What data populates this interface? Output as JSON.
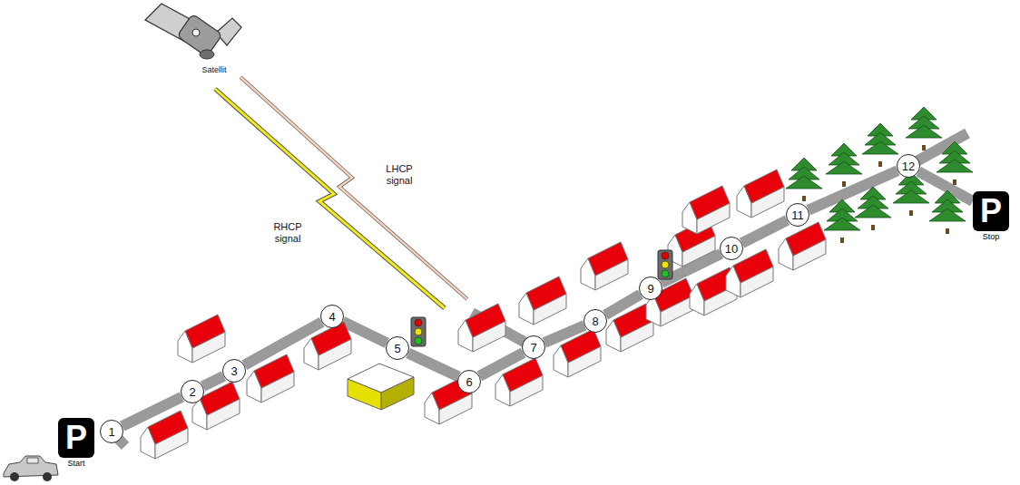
{
  "diagram": {
    "nodes": [
      {
        "text": [
          "P",
          "Start"
        ]
      },
      {
        "text": [
          "1"
        ]
      },
      {
        "text": [
          "2"
        ]
      },
      {
        "text": [
          "3"
        ]
      },
      {
        "text": [
          "4"
        ]
      },
      {
        "text": [
          "5"
        ]
      },
      {
        "text": [
          "6"
        ]
      },
      {
        "text": [
          "7"
        ]
      },
      {
        "text": [
          "8"
        ]
      },
      {
        "text": [
          "9"
        ]
      },
      {
        "text": [
          "10"
        ]
      },
      {
        "text": [
          "11"
        ]
      },
      {
        "text": [
          "12"
        ]
      },
      {
        "text": [
          "P",
          "Stop"
        ]
      }
    ],
    "edges": [
      {
        "from": 1,
        "to": 2,
        "arrow": "none"
      },
      {
        "from": 2,
        "to": 3,
        "arrow": "none"
      },
      {
        "from": 3,
        "to": 4,
        "arrow": "none"
      },
      {
        "from": 4,
        "to": 5,
        "arrow": "none"
      },
      {
        "from": 5,
        "to": 6,
        "arrow": "none"
      },
      {
        "from": 6,
        "to": 7,
        "arrow": "none"
      },
      {
        "from": 7,
        "to": 8,
        "arrow": "none"
      },
      {
        "from": 8,
        "to": 9,
        "arrow": "none"
      },
      {
        "from": 9,
        "to": 10,
        "arrow": "none"
      },
      {
        "from": 10,
        "to": 11,
        "arrow": "none"
      },
      {
        "from": 11,
        "to": 12,
        "arrow": "none"
      },
      {
        "from": 12,
        "to": 13,
        "arrow": "none"
      }
    ],
    "labels": [
      "Satellit",
      "RHCP signal",
      "LHCP signal"
    ]
  }
}
